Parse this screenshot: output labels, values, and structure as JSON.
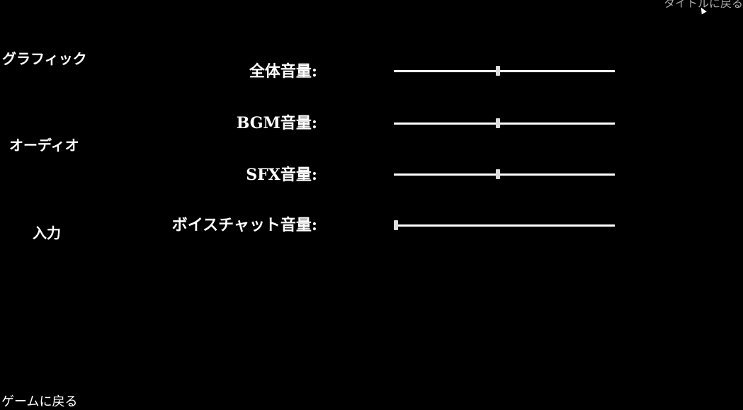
{
  "top_link": "タイトルに戻る",
  "nav": {
    "graphics": "グラフィック",
    "audio": "オーディオ",
    "input": "入力",
    "back_to_game": "ゲームに戻る"
  },
  "audio_settings": [
    {
      "label": "全体音量:",
      "value": 0.47
    },
    {
      "label": "BGM音量:",
      "value": 0.47
    },
    {
      "label": "SFX音量:",
      "value": 0.47
    },
    {
      "label": "ボイスチャット音量:",
      "value": 0.0
    }
  ]
}
